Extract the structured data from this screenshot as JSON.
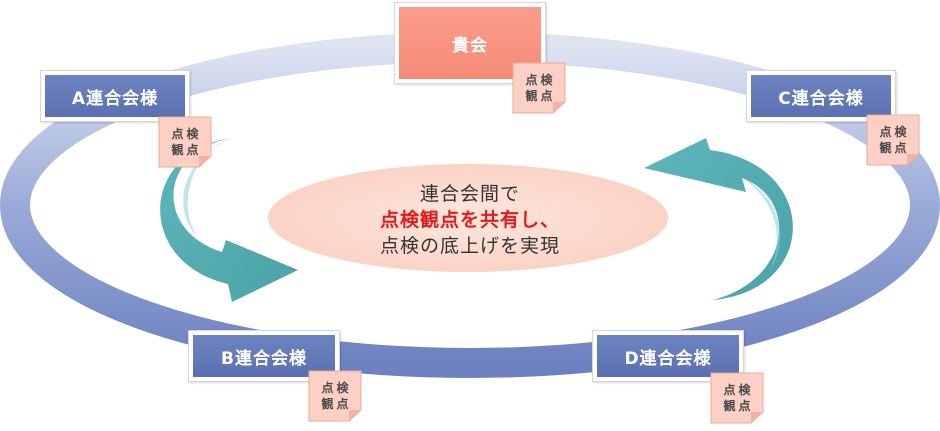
{
  "nodes": {
    "kikai": {
      "label": "貴会"
    },
    "a": {
      "label": "A連合会様"
    },
    "b": {
      "label": "B連合会様"
    },
    "c": {
      "label": "C連合会様"
    },
    "d": {
      "label": "D連合会様"
    }
  },
  "note_label": "点検\n観点",
  "center": {
    "line1": "連合会間で",
    "line2": "点検観点を共有し、",
    "line3": "点検の底上げを実現"
  },
  "colors": {
    "ring": "#7b8fc9",
    "node_blue": "#6279b8",
    "node_salmon": "#f7917d",
    "arrow": "#5ab4b8",
    "note": "#fcd0c4",
    "center_bg": "#fcd8cc",
    "highlight": "#e11c1c"
  }
}
